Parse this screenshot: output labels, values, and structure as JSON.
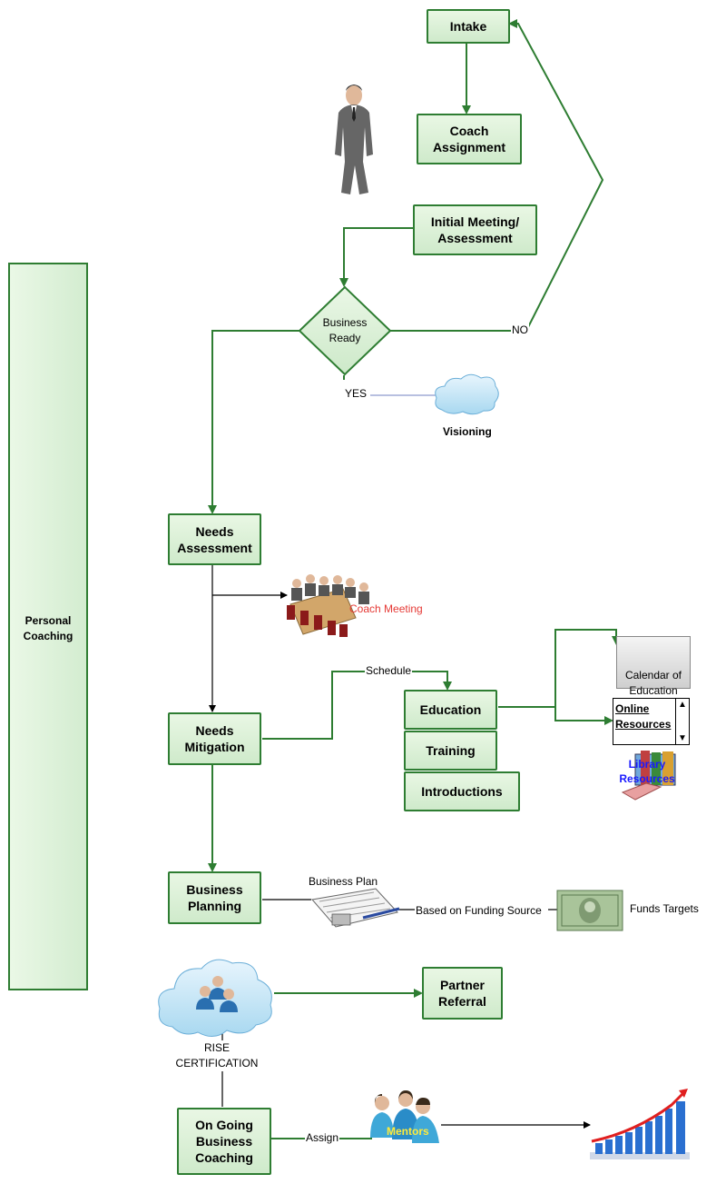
{
  "swimlane": {
    "label": "Personal\nCoaching"
  },
  "boxes": {
    "intake": "Intake",
    "coach_assignment": "Coach\nAssignment",
    "initial_meeting": "Initial Meeting/\nAssessment",
    "needs_assessment": "Needs\nAssessment",
    "needs_mitigation": "Needs\nMitigation",
    "education": "Education",
    "training": "Training",
    "introductions": "Introductions",
    "business_planning": "Business\nPlanning",
    "partner_referral": "Partner\nReferral",
    "ongoing_coaching": "On Going\nBusiness\nCoaching"
  },
  "decision": {
    "label": "Business\nReady",
    "no_label": "NO",
    "yes_label": "YES"
  },
  "labels": {
    "visioning": "Visioning",
    "coach_meeting": "Coach Meeting",
    "schedule": "Schedule",
    "calendar": "Calendar of\nEducation",
    "online_resources": "Online\nResources",
    "library_resources": "Library\nResources",
    "business_plan": "Business Plan",
    "funding_source": "Based on Funding Source",
    "funds_targets": "Funds Targets",
    "rise_certification": "RISE\nCERTIFICATION",
    "assign": "Assign",
    "mentors": "Mentors"
  },
  "colors": {
    "box_border": "#2e7d32",
    "connector": "#2e7d32",
    "coach_meeting_text": "#e53935",
    "library_text": "#1a1aff",
    "mentors_text": "#ffeb3b"
  }
}
